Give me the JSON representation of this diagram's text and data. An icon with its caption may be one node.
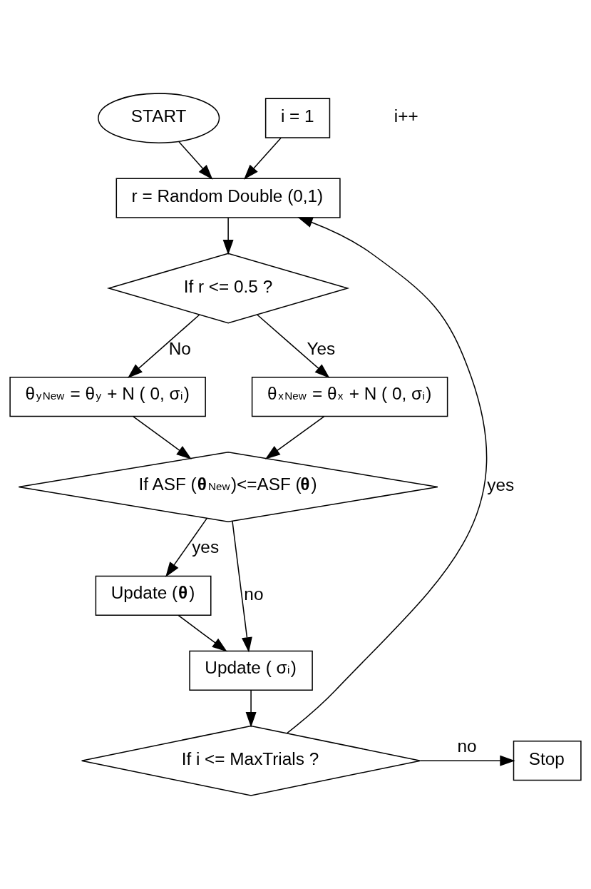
{
  "diagram": {
    "nodes": [
      {
        "text": [
          "START"
        ]
      },
      {
        "text": [
          "i = 1"
        ]
      },
      {
        "text": [
          "r = Random Double (0,1)"
        ]
      },
      {
        "text": [
          "If r <= 0.5 ?"
        ]
      },
      {
        "text": [
          "θ$_{y}$$^{New}$ = θ$_{y}$ + N ( 0, σ$_{i}$)"
        ]
      },
      {
        "text": [
          "θ$_{x}$$^{New}$ = θ$_{x}$ + N ( 0, σ$_{i}$)"
        ]
      },
      {
        "text": [
          "If ASF (**θ**$^{New}$)<=ASF (**θ**)"
        ]
      },
      {
        "text": [
          "Update (**θ**)"
        ]
      },
      {
        "text": [
          "Update ( σ$_{i}$)"
        ]
      },
      {
        "text": [
          "If i <= MaxTrials ?"
        ]
      },
      {
        "text": [
          "Stop"
        ]
      }
    ],
    "edges": [
      {
        "from": 0,
        "to": 2,
        "arrow": "to"
      },
      {
        "from": 1,
        "to": 2,
        "arrow": "to"
      },
      {
        "from": 2,
        "to": 3,
        "arrow": "to"
      },
      {
        "from": 3,
        "to": 4,
        "arrow": "to",
        "label": "No"
      },
      {
        "from": 3,
        "to": 5,
        "arrow": "to",
        "label": "Yes"
      },
      {
        "from": 4,
        "to": 6,
        "arrow": "to"
      },
      {
        "from": 5,
        "to": 6,
        "arrow": "to"
      },
      {
        "from": 6,
        "to": 7,
        "arrow": "to",
        "label": "yes"
      },
      {
        "from": 6,
        "to": 8,
        "arrow": "to",
        "label": "no"
      },
      {
        "from": 7,
        "to": 8,
        "arrow": "to"
      },
      {
        "from": 8,
        "to": 9,
        "arrow": "to"
      },
      {
        "from": 9,
        "to": 10,
        "arrow": "to",
        "label": "no"
      },
      {
        "from": 9,
        "to": 2,
        "arrow": "to",
        "label": "yes"
      }
    ],
    "labels": [
      "i++"
    ]
  }
}
